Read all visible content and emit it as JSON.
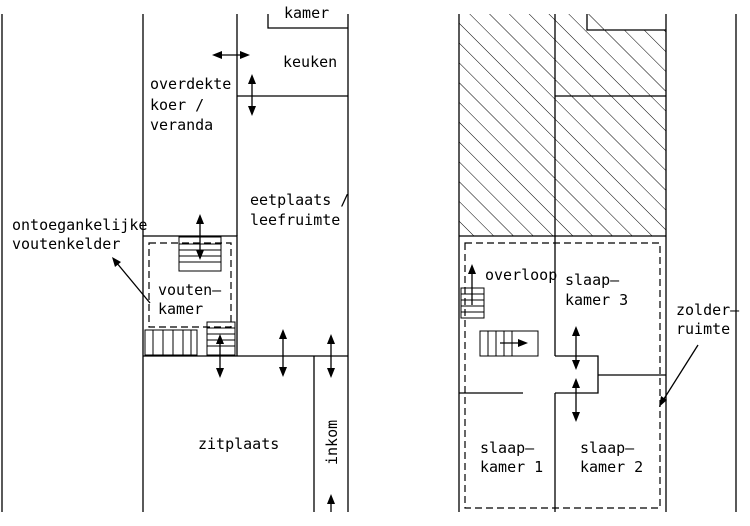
{
  "ground_floor": {
    "kamer": "kamer",
    "keuken": "keuken",
    "overdekte_koer": [
      "overdekte",
      "koer  /",
      "veranda"
    ],
    "eetplaats": [
      "eetplaats  /",
      "leefruimte"
    ],
    "ontoegankelijke": [
      "ontoegankelijke",
      "voutenkelder"
    ],
    "voutenkamer": [
      "vouten—",
      "kamer"
    ],
    "zitplaats": "zitplaats",
    "inkom": "inkom"
  },
  "upper_floor": {
    "overloop": "overloop",
    "slaapkamer_3": [
      "slaap—",
      "kamer  3"
    ],
    "zolderruimte": [
      "zolder—",
      "ruimte"
    ],
    "slaapkamer_1": [
      "slaap—",
      "kamer  1"
    ],
    "slaapkamer_2": [
      "slaap—",
      "kamer  2"
    ]
  }
}
